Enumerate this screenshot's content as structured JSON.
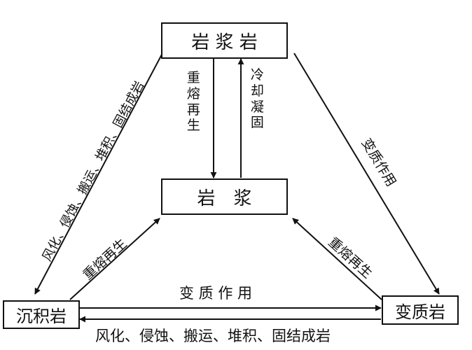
{
  "nodes": {
    "magmatic_rock": "岩 浆 岩",
    "magma": "岩　浆",
    "sedimentary_rock": "沉积岩",
    "metamorphic_rock": "变质岩"
  },
  "labels": {
    "remelting_down": "重熔再生",
    "cooling_up": "冷却凝固",
    "left_top_diagonal": "风化、侵蚀、搬运、堆积、固结成岩",
    "right_top_diagonal": "变质作用",
    "left_lower_diagonal": "重熔再生",
    "right_lower_diagonal": "重熔再生",
    "bottom_top": "变  质  作  用",
    "bottom_bottom": "风化、侵蚀、搬运、堆积、固结成岩"
  },
  "colors": {
    "ink": "#111111",
    "background": "#ffffff"
  }
}
